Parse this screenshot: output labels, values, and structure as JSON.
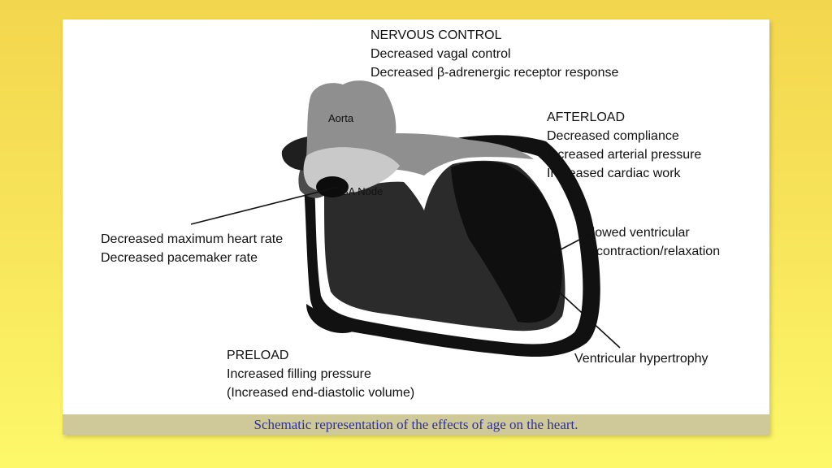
{
  "diagram": {
    "nervous_control": {
      "heading": "NERVOUS CONTROL",
      "lines": [
        "Decreased vagal control",
        "Decreased β-adrenergic receptor response"
      ]
    },
    "afterload": {
      "heading": "AFTERLOAD",
      "lines": [
        "Decreased compliance",
        "Increased arterial pressure",
        "Increased cardiac work"
      ]
    },
    "sa_node": {
      "lines": [
        "Decreased maximum heart rate",
        "Decreased pacemaker rate"
      ]
    },
    "ventricular_contraction": {
      "lines": [
        "Slowed ventricular",
        "contraction/relaxation"
      ]
    },
    "preload": {
      "heading": "PRELOAD",
      "lines": [
        "Increased filling pressure",
        "(Increased end-diastolic volume)"
      ]
    },
    "hypertrophy": {
      "label": "Ventricular hypertrophy"
    },
    "heart_labels": {
      "aorta": "Aorta",
      "sa_node": "SA Node"
    }
  },
  "caption": "Schematic representation of the effects of age on the heart.",
  "colors": {
    "background": "#f7e35a",
    "caption_bar": "#cfc99a",
    "caption_text": "#2d2f9a"
  }
}
